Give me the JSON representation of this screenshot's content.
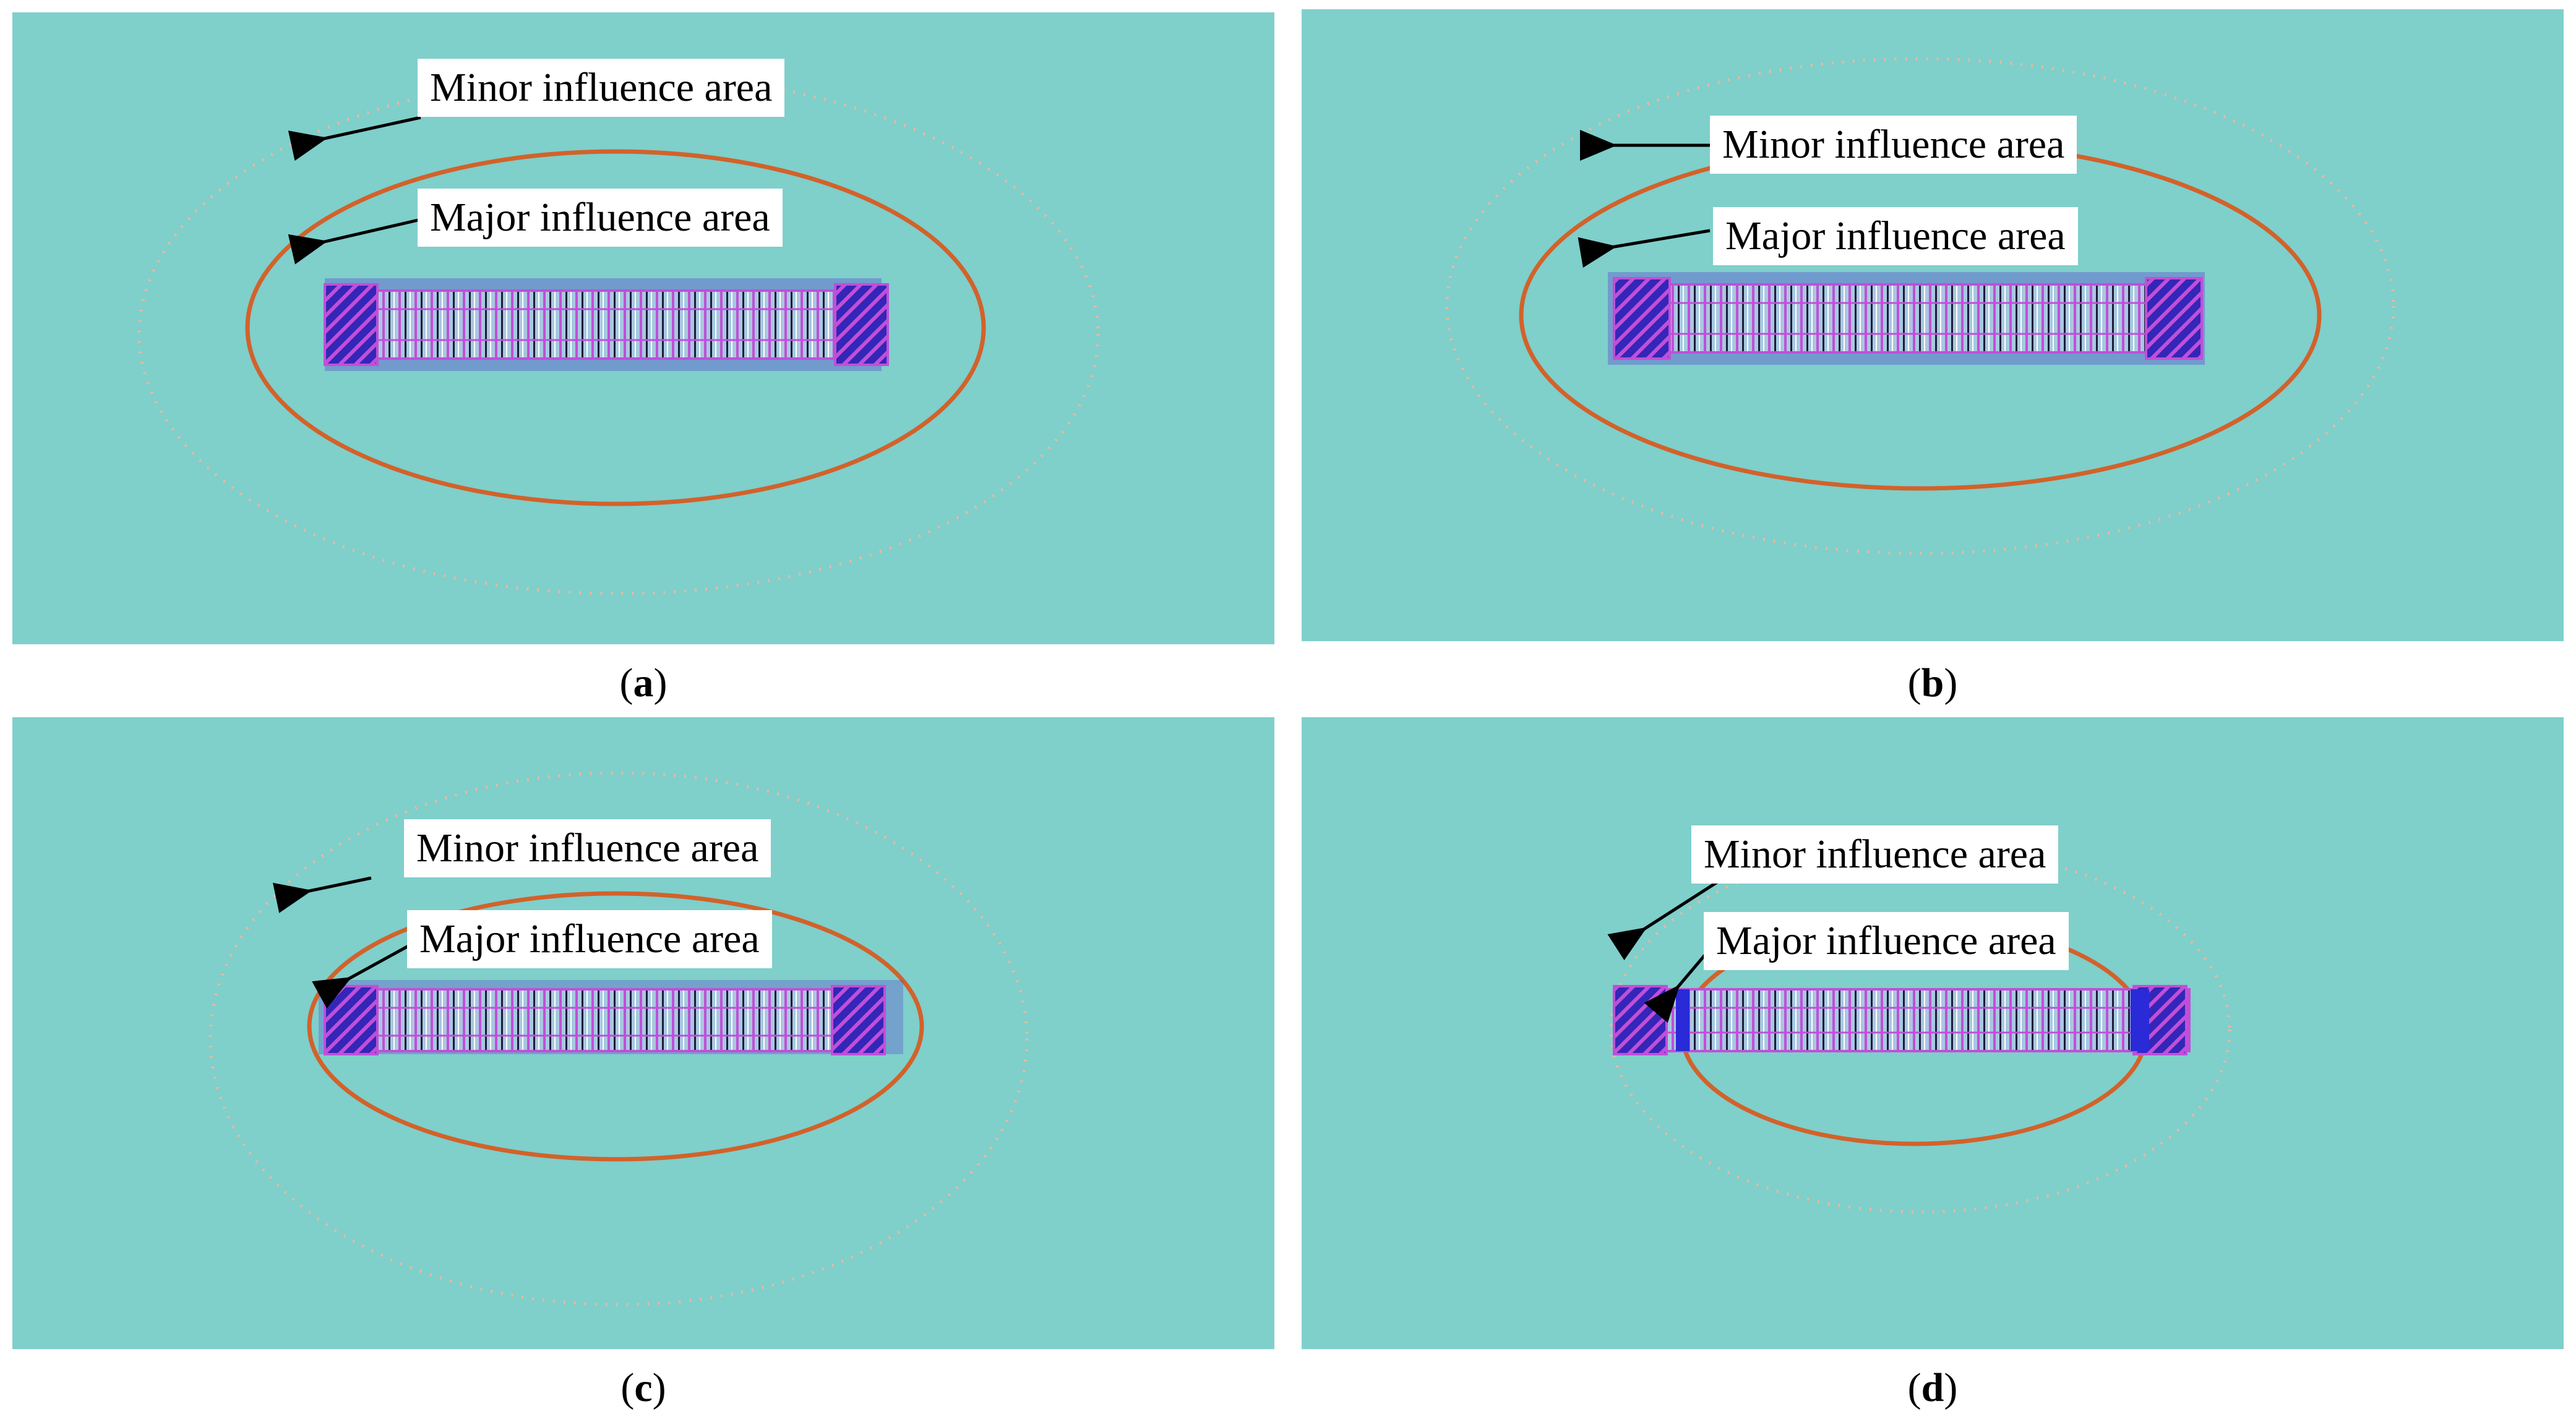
{
  "labels": {
    "minor": "Minor influence area",
    "major": "Major influence area"
  },
  "panels": [
    {
      "id": "a",
      "caption_letter": "a"
    },
    {
      "id": "b",
      "caption_letter": "b"
    },
    {
      "id": "c",
      "caption_letter": "c"
    },
    {
      "id": "d",
      "caption_letter": "d"
    }
  ],
  "colors": {
    "background": "#7fcfcb",
    "major_ellipse": "#d2622a",
    "minor_ellipse": "#e8b9a0",
    "structure": "#c04fd8",
    "structure_dark": "#3a1a8c",
    "arrow": "#000000"
  }
}
